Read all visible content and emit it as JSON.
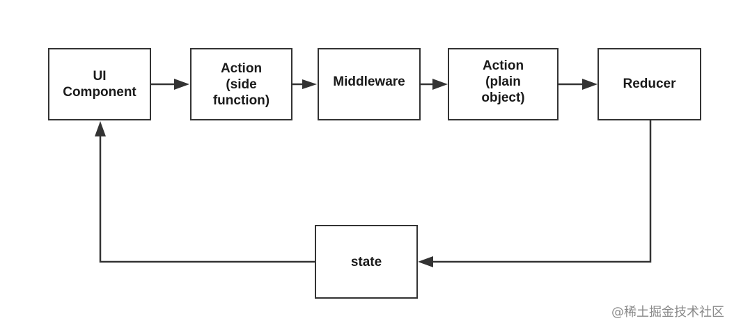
{
  "nodes": {
    "ui_component": {
      "label": "UI\nComponent"
    },
    "action_side": {
      "label": "Action\n(side\nfunction)"
    },
    "middleware": {
      "label": "Middleware"
    },
    "action_plain": {
      "label": "Action\n(plain\nobject)"
    },
    "reducer": {
      "label": "Reducer"
    },
    "state": {
      "label": "state"
    }
  },
  "edges": [
    {
      "from": "ui_component",
      "to": "action_side"
    },
    {
      "from": "action_side",
      "to": "middleware"
    },
    {
      "from": "middleware",
      "to": "action_plain"
    },
    {
      "from": "action_plain",
      "to": "reducer"
    },
    {
      "from": "reducer",
      "to": "state"
    },
    {
      "from": "state",
      "to": "ui_component"
    }
  ],
  "colors": {
    "stroke": "#333333",
    "text": "#1a1a1a",
    "watermark": "#8a8a8a"
  },
  "watermark": "@稀土掘金技术社区"
}
